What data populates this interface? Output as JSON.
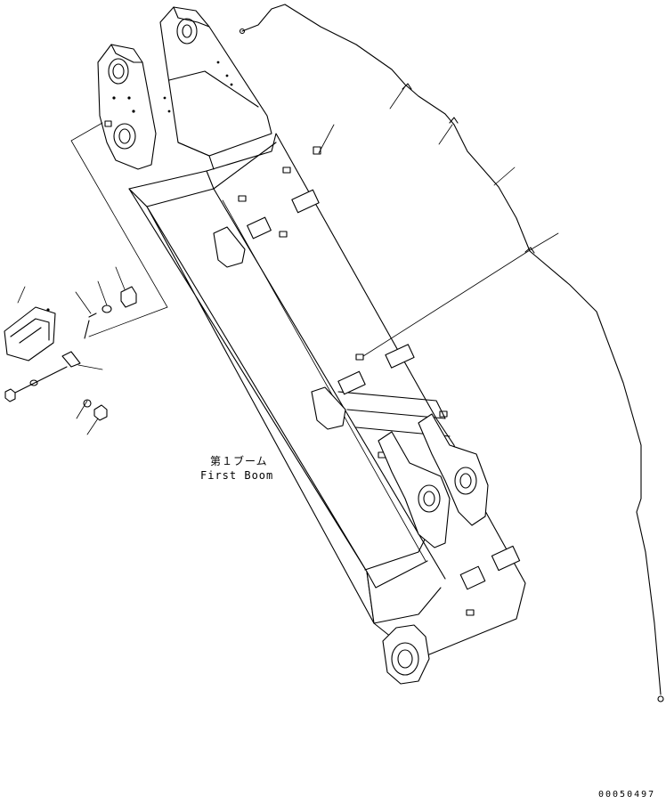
{
  "diagram": {
    "caption_jp": "第１ブーム",
    "caption_en": "First Boom",
    "document_number": "00050497"
  }
}
